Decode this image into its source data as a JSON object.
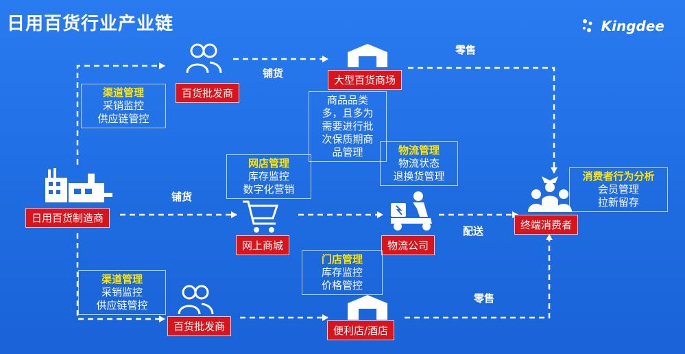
{
  "title": "日用百货行业产业链",
  "brand": {
    "name": "Kingdee"
  },
  "nodes": {
    "manufacturer": "日用百货制造商",
    "wholesaler_top": "百货批发商",
    "wholesaler_bottom": "百货批发商",
    "department_store": "大型百货商场",
    "online_mall": "网上商城",
    "logistics_company": "物流公司",
    "convenience_store": "便利店/酒店",
    "consumer": "终端消费者"
  },
  "edge_labels": {
    "distribute_top": "铺货",
    "distribute_mid": "铺货",
    "retail_top": "零售",
    "retail_bottom": "零售",
    "delivery": "配送"
  },
  "panels": {
    "channel_top": {
      "title": "渠道管理",
      "lines": [
        "采销监控",
        "供应链管控"
      ]
    },
    "channel_bottom": {
      "title": "渠道管理",
      "lines": [
        "采销监控",
        "供应链管控"
      ]
    },
    "online_store": {
      "title": "网店管理",
      "lines": [
        "库存监控",
        "数字化营销"
      ]
    },
    "category_note": {
      "lines": [
        "商品品类",
        "多，且多为",
        "需要进行批",
        "次保质期商",
        "品管理"
      ]
    },
    "logistics": {
      "title": "物流管理",
      "lines": [
        "物流状态",
        "退换货管理"
      ]
    },
    "store": {
      "title": "门店管理",
      "lines": [
        "库存监控",
        "价格管控"
      ]
    },
    "consumer_behavior": {
      "title": "消费者行为分析",
      "lines": [
        "会员管理",
        "拉新留存"
      ]
    }
  },
  "colors": {
    "background": "#1e6be0",
    "node_fill": "#d9141c",
    "panel_title": "#ffe500",
    "line": "#ffffff"
  },
  "icons": [
    "people-icon",
    "warehouse-icon",
    "factory-icon",
    "cart-icon",
    "delivery-scooter-icon",
    "store-icon",
    "consumers-icon"
  ]
}
